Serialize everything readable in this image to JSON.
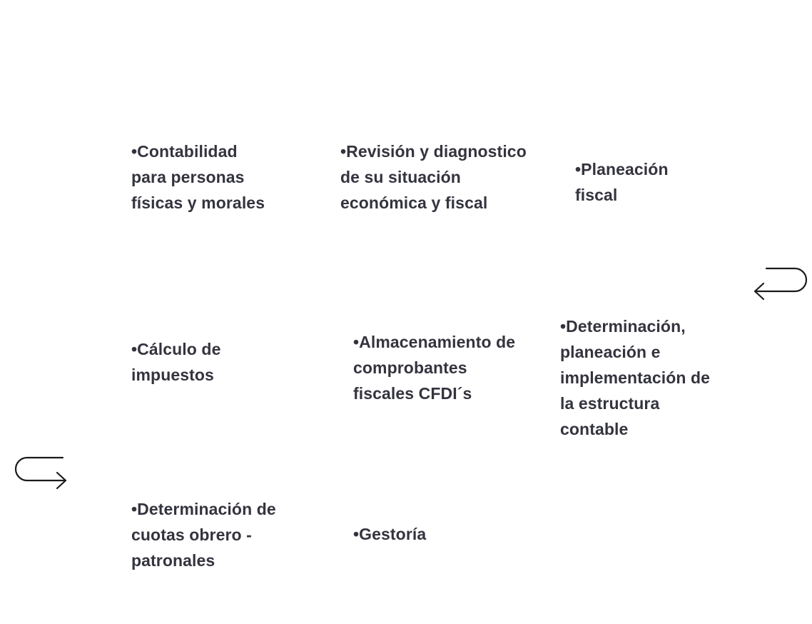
{
  "services": [
    {
      "id": "s1",
      "text": "•Contabilidad para personas físicas y morales"
    },
    {
      "id": "s2",
      "text": "•Revisión y diagnostico de su situación económica y fiscal"
    },
    {
      "id": "s3",
      "text": "•Planeación fiscal"
    },
    {
      "id": "s4",
      "text": "•Cálculo de impuestos"
    },
    {
      "id": "s5",
      "text": "•Almacenamiento de comprobantes fiscales CFDI´s"
    },
    {
      "id": "s6",
      "text": "•Determinación, planeación e implementación de la estructura contable"
    },
    {
      "id": "s7",
      "text": "•Determinación de cuotas obrero - patronales"
    },
    {
      "id": "s8",
      "text": "•Gestoría"
    }
  ],
  "icons": {
    "right_arrow": "u-turn-left-arrow-icon",
    "left_arrow": "u-turn-right-arrow-icon"
  },
  "colors": {
    "text": "#34343f",
    "arrow": "#1b1b1b",
    "background": "#ffffff"
  }
}
